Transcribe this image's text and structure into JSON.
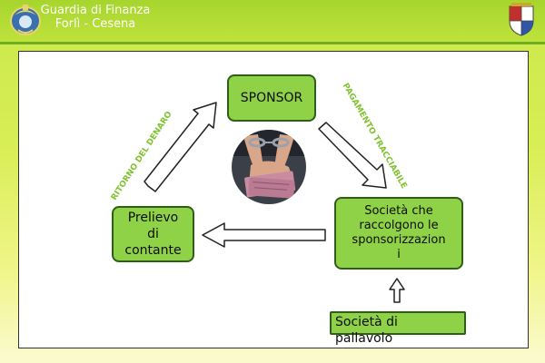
{
  "header": {
    "org_line1": "Guardia di Finanza",
    "org_line2": "Forlì - Cesena",
    "emblem_icon": "guardia-di-finanza-emblem-icon",
    "crest_icon": "city-crest-icon"
  },
  "diagram": {
    "nodes": {
      "sponsor": "SPONSOR",
      "prelievo": [
        "Prelievo",
        "di",
        "contante"
      ],
      "societa": [
        "Società che",
        "raccolgono le",
        "sponsorizzazion",
        "i"
      ],
      "pallavolo": "Società di pallavolo"
    },
    "edge_labels": {
      "pagamento": "PAGAMENTO TRACCIABILE",
      "ritorno": "RITORNO DEL DENARO"
    },
    "center_image_icon": "handcuffed-hands-with-banknotes-icon"
  },
  "colors": {
    "box_fill": "#8fd147",
    "box_border": "#2e5f19",
    "label_green": "#7fc22e",
    "header_text": "#ffffff"
  }
}
